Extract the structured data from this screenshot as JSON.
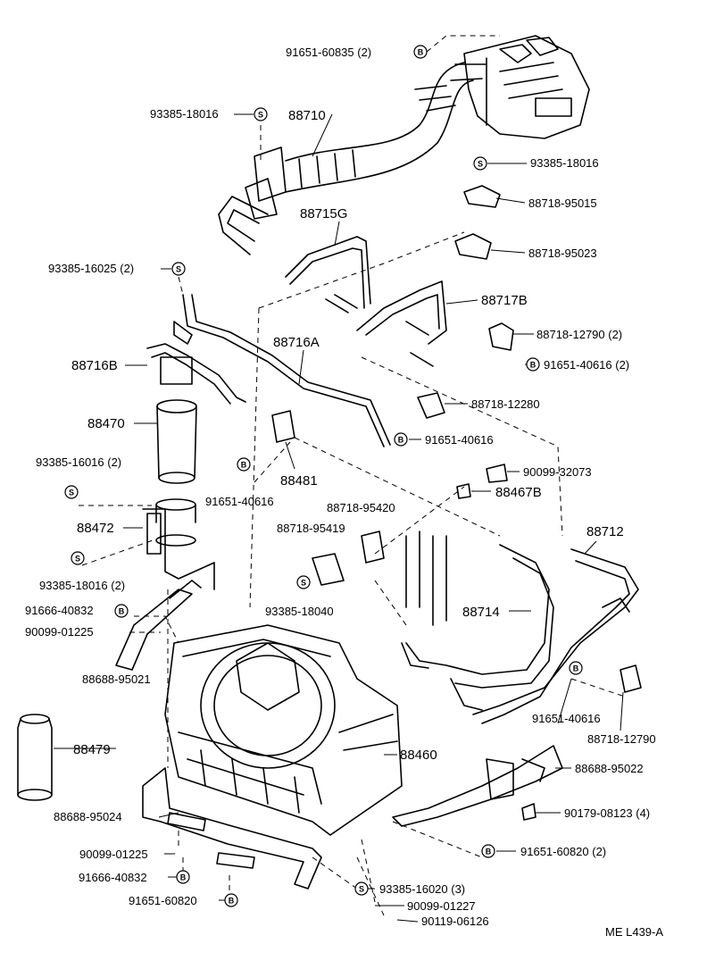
{
  "diagram": {
    "code": "ME L439-A",
    "markers": {
      "B": "B",
      "S": "S"
    },
    "parts": {
      "p_91651_60835": "91651-60835 (2)",
      "p_93385_18016_top": "93385-18016",
      "p_88710": "88710",
      "p_93385_18016_right": "93385-18016",
      "p_88718_95015": "88718-95015",
      "p_88715g": "88715G",
      "p_88718_95023": "88718-95023",
      "p_93385_16025": "93385-16025 (2)",
      "p_88717b": "88717B",
      "p_88718_12790_top": "88718-12790 (2)",
      "p_88716a": "88716A",
      "p_91651_40616_top": "91651-40616 (2)",
      "p_88716b": "88716B",
      "p_88718_12280": "88718-12280",
      "p_88470": "88470",
      "p_91651_40616_mid": "91651-40616",
      "p_93385_16016": "93385-16016 (2)",
      "p_88481": "88481",
      "p_91651_40616_left": "91651-40616",
      "p_90099_32073": "90099-32073",
      "p_88467b": "88467B",
      "p_88718_95420": "88718-95420",
      "p_88472": "88472",
      "p_88718_95419": "88718-95419",
      "p_88712": "88712",
      "p_93385_18016_left": "93385-18016 (2)",
      "p_93385_18040": "93385-18040",
      "p_88714": "88714",
      "p_91666_40832_top": "91666-40832",
      "p_90099_01225_top": "90099-01225",
      "p_88688_95021": "88688-95021",
      "p_91651_40616_bot": "91651-40616",
      "p_88718_12790_bot": "88718-12790",
      "p_88479": "88479",
      "p_88460": "88460",
      "p_88688_95022": "88688-95022",
      "p_88688_95024": "88688-95024",
      "p_90179_08123": "90179-08123 (4)",
      "p_90099_01225_bot": "90099-01225",
      "p_91651_60820_right": "91651-60820 (2)",
      "p_91666_40832_bot": "91666-40832",
      "p_93385_16020": "93385-16020 (3)",
      "p_91651_60820_left": "91651-60820",
      "p_90099_01227": "90099-01227",
      "p_90119_06126": "90119-06126"
    }
  }
}
